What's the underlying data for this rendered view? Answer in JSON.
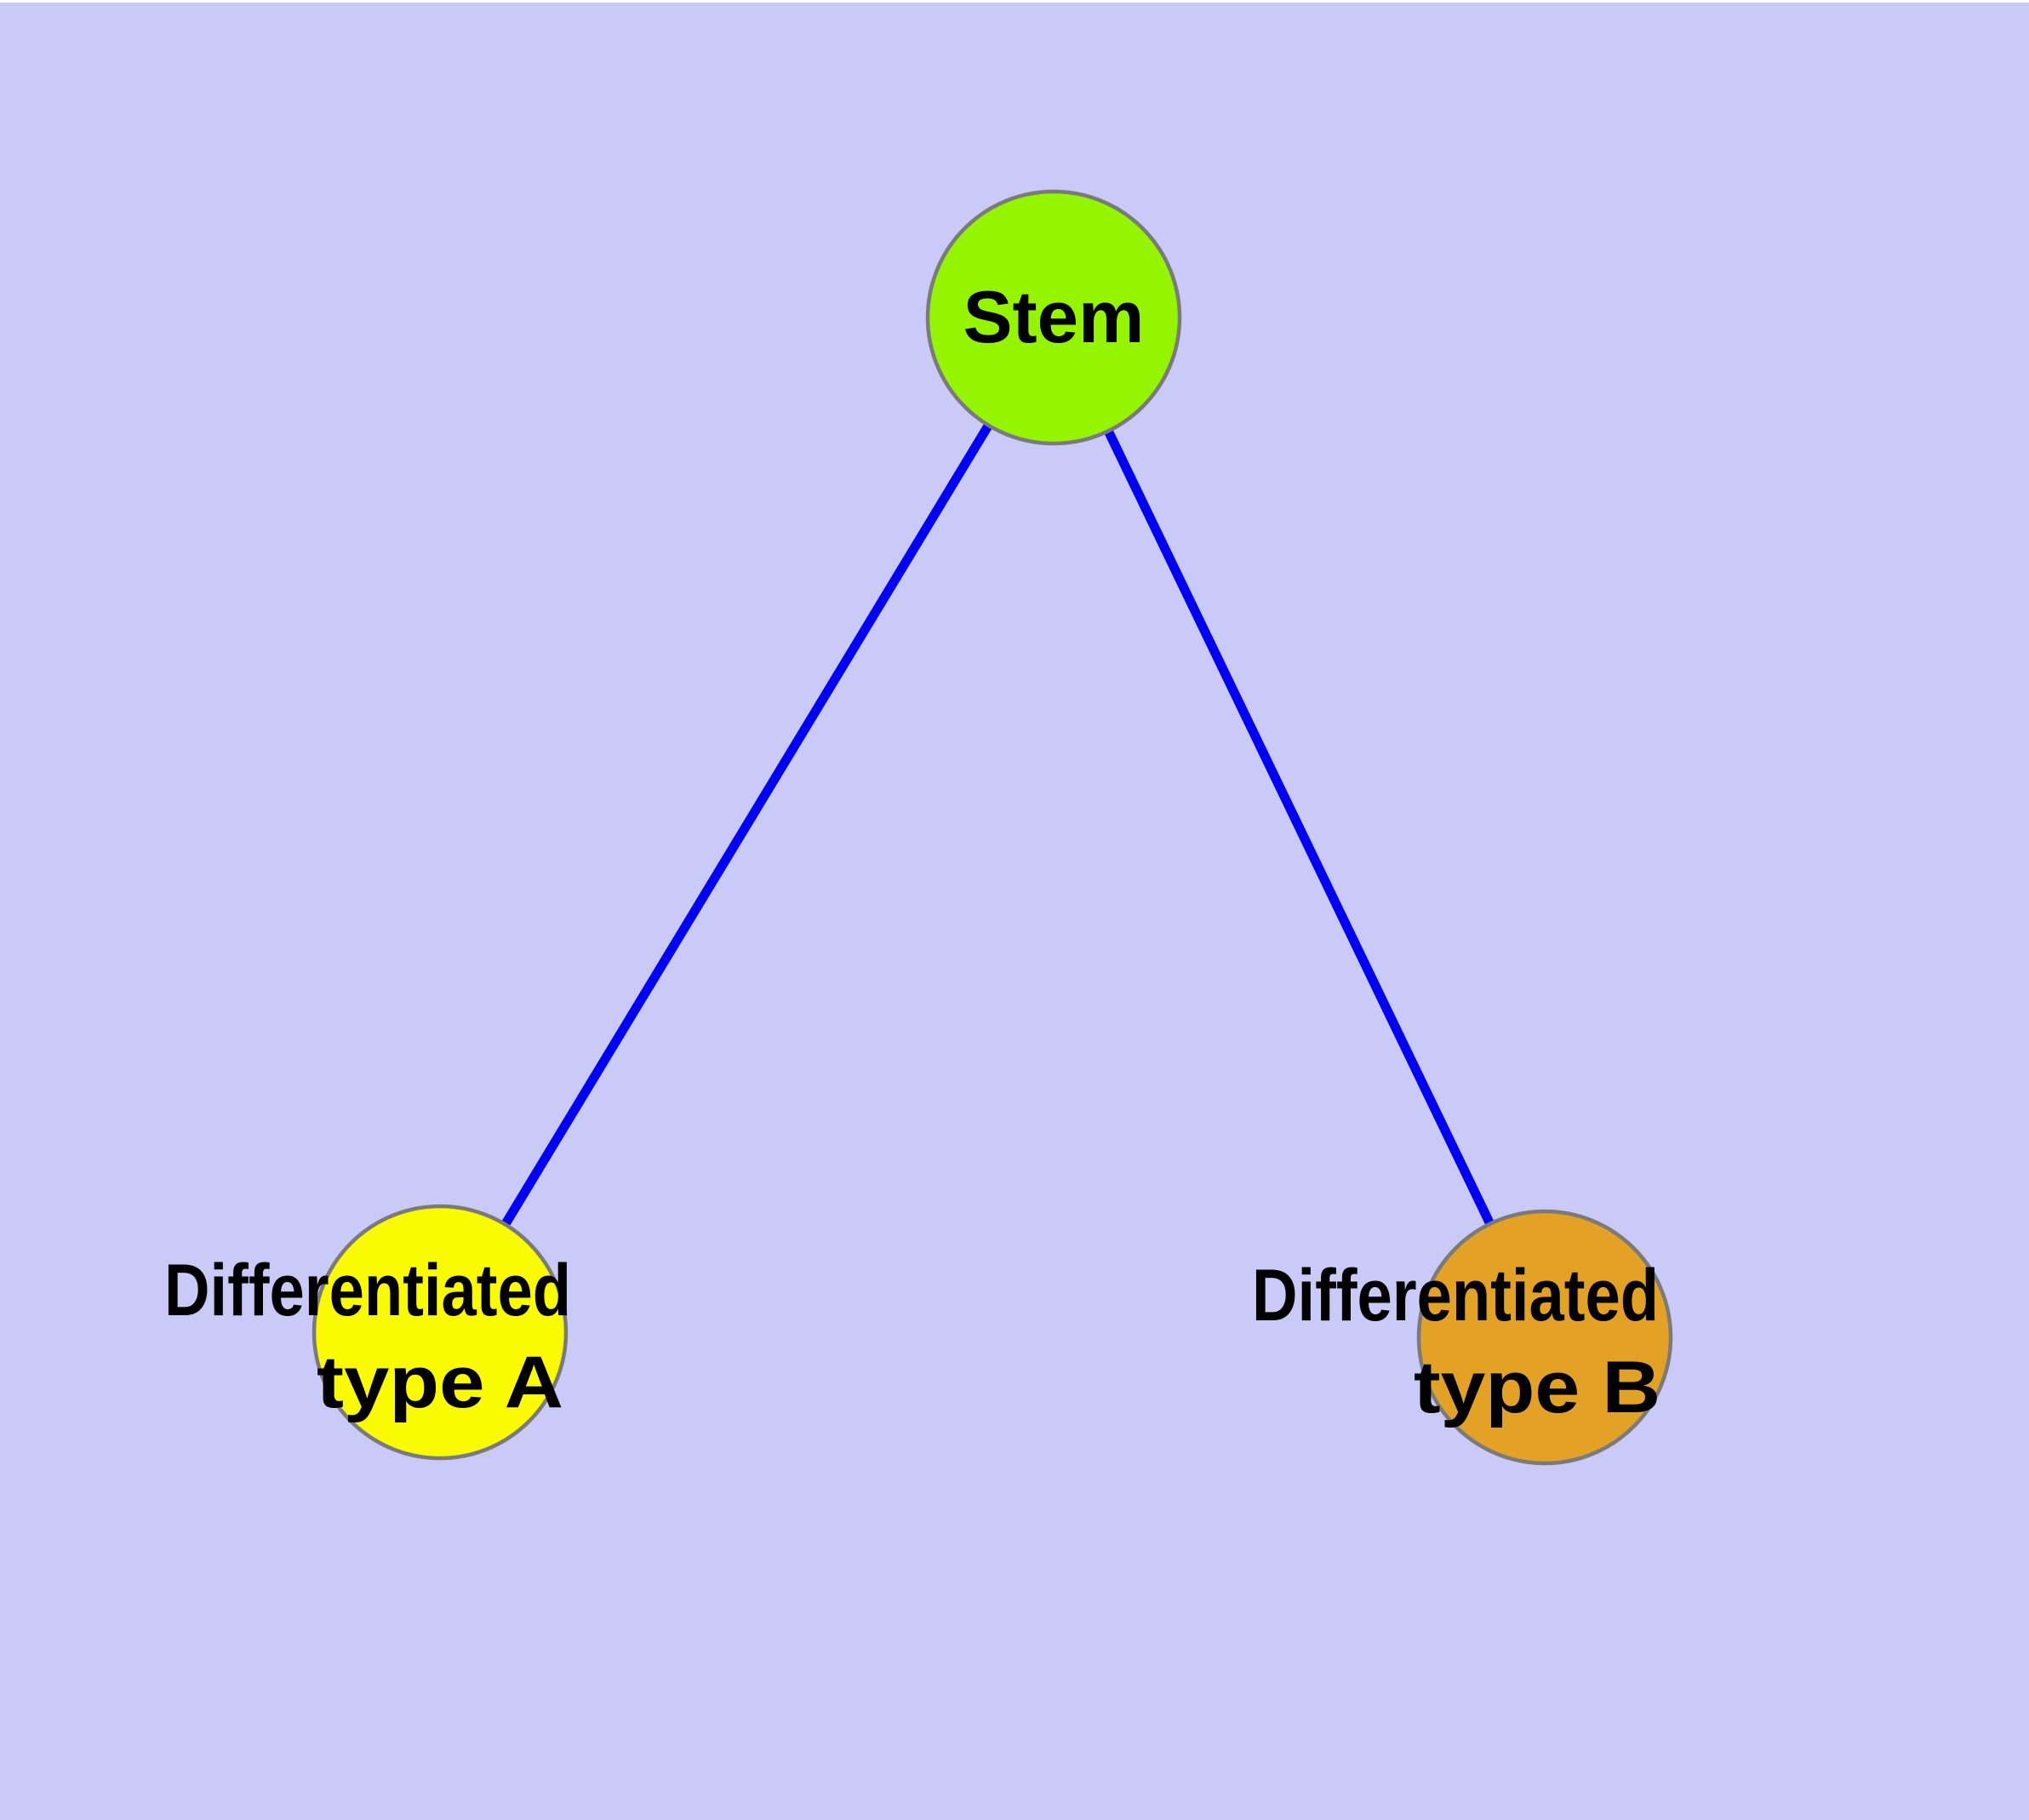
{
  "diagram": {
    "type": "node-link-graph",
    "background_color": "#CACAF8",
    "edge_color": "#0000F6",
    "node_border_color": "#7A7A7A",
    "label_color": "#000000",
    "nodes": [
      {
        "id": "stem",
        "label": "Stem",
        "lines": [
          "Stem"
        ],
        "fill": "#95F500"
      },
      {
        "id": "differentiated-type-a",
        "label": "Differentiated type A",
        "lines": [
          "Differentiated",
          "type A"
        ],
        "fill": "#FBFB00"
      },
      {
        "id": "differentiated-type-b",
        "label": "Differentiated type B",
        "lines": [
          "Differentiated",
          "type B"
        ],
        "fill": "#E3A126"
      }
    ],
    "edges": [
      {
        "from": "Stem",
        "to": "Differentiated type A"
      },
      {
        "from": "Stem",
        "to": "Differentiated type B"
      }
    ]
  }
}
